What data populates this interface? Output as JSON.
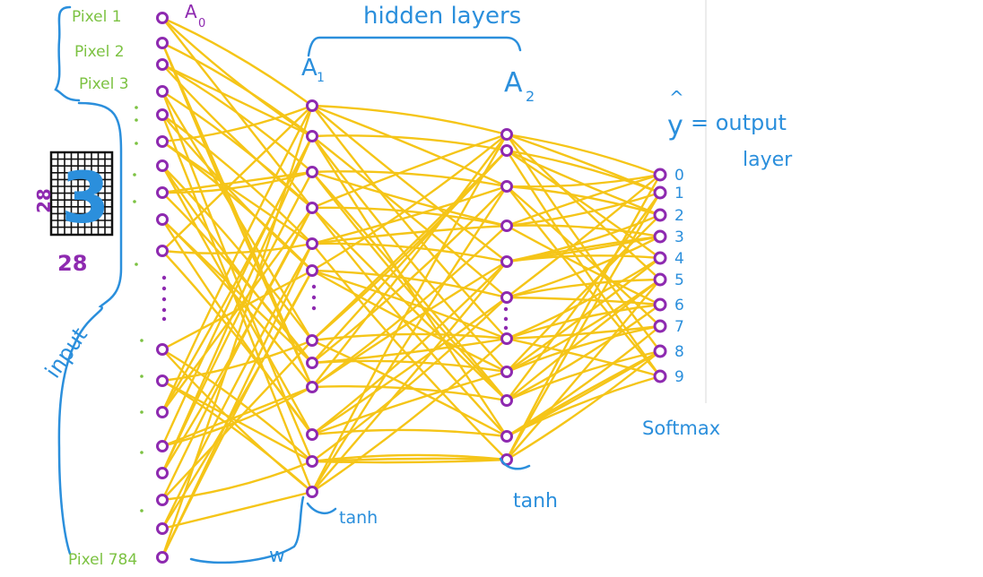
{
  "colors": {
    "node": "#8e2ab0",
    "edge": "#f5c518",
    "annotation": "#2b8fdc",
    "pixel_label": "#7cc242",
    "digit_grid": "#111111",
    "digit": "#2b8fdc"
  },
  "input_labels": {
    "pixel1": "Pixel 1",
    "pixel2": "Pixel 2",
    "pixel3": "Pixel 3",
    "pixel784": "Pixel 784"
  },
  "layers": {
    "a0": "A",
    "a0_sub": "0",
    "a1": "A",
    "a1_sub": "1",
    "a2": "A",
    "a2_sub": "2",
    "hidden": "hidden layers",
    "output_hat": "^",
    "output_y": "y",
    "output_eq": "= output",
    "output_layer": "layer"
  },
  "activations": {
    "tanh1": "tanh",
    "tanh2": "tanh",
    "softmax": "Softmax"
  },
  "weights_label": "w",
  "input_label": "input",
  "image": {
    "digit": "3",
    "height_label": "28",
    "width_label": "28"
  },
  "output_digits": [
    "0",
    "1",
    "2",
    "3",
    "4",
    "5",
    "6",
    "7",
    "8",
    "9"
  ]
}
